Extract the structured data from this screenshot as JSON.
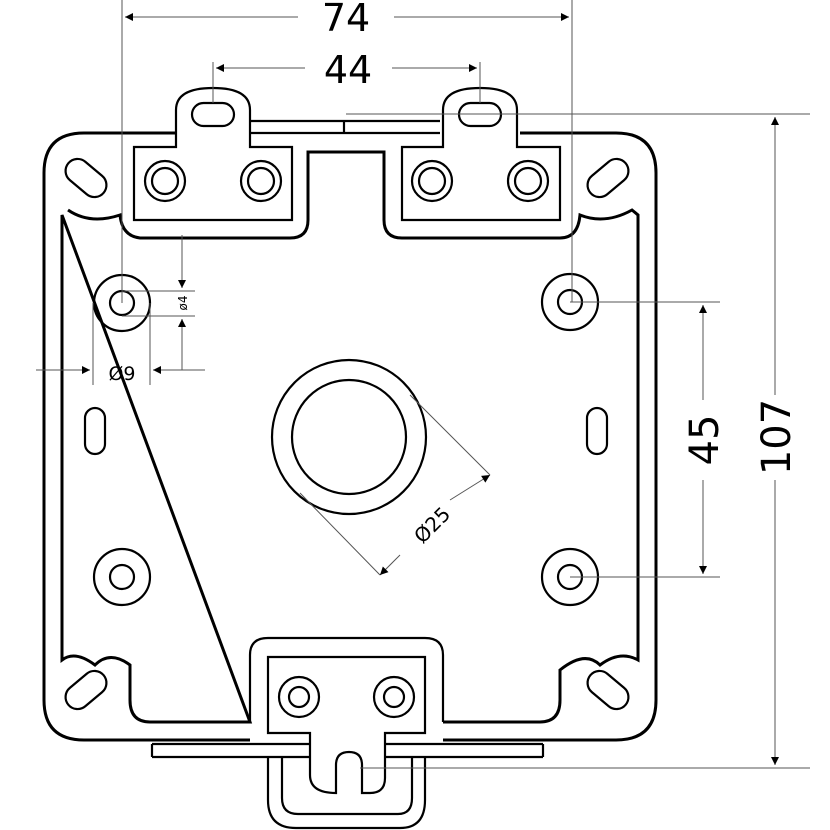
{
  "title": "Enclosure mounting dimensions",
  "dimensions": {
    "overall_width": "74",
    "tab_spacing": "44",
    "overall_height": "107",
    "hole_spacing": "45",
    "boss_diameter": "Ø9",
    "hole_diameter": "ø4",
    "center_hole_diameter": "Ø25"
  },
  "colors": {
    "line": "#000000",
    "dimension_line": "#555555"
  }
}
